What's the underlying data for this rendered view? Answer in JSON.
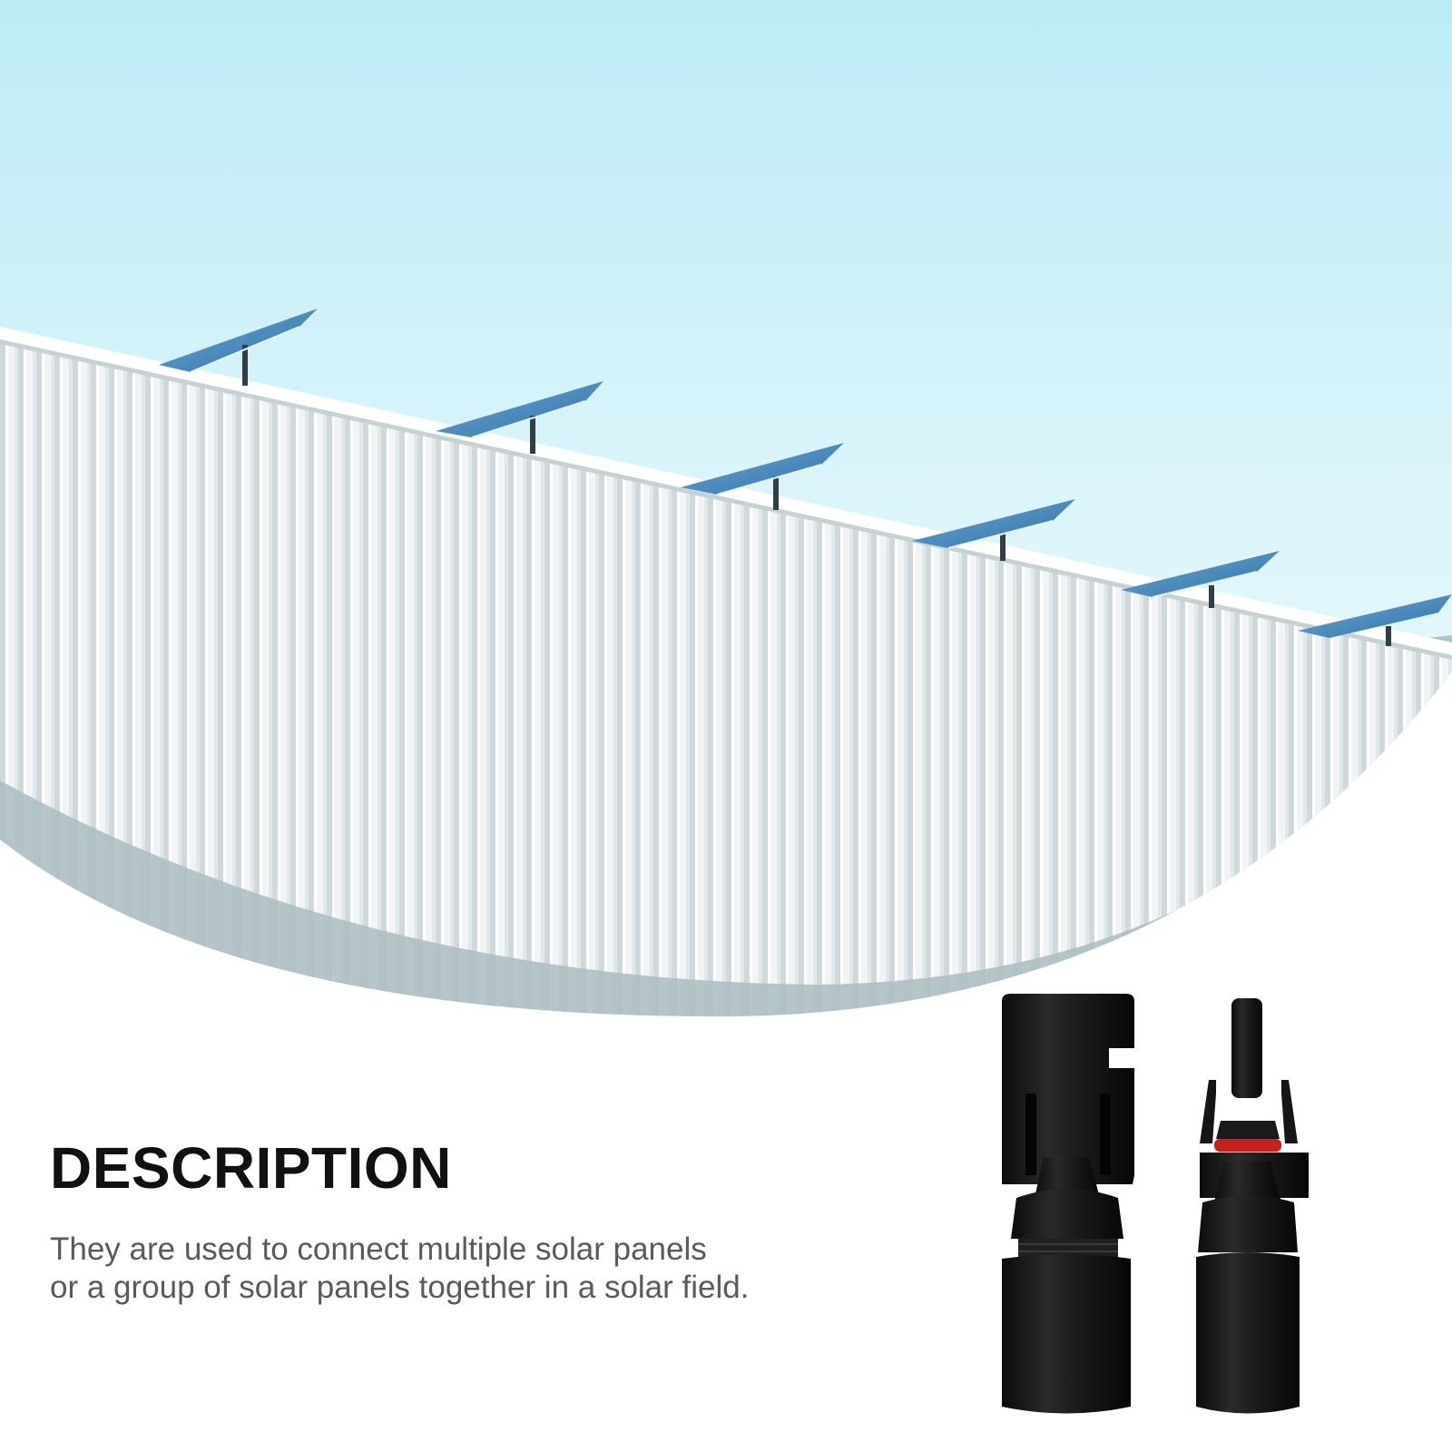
{
  "description": {
    "title": "DESCRIPTION",
    "lines": [
      "They are used to connect multiple solar panels",
      "or a group of solar panels together in a solar field."
    ]
  },
  "colors": {
    "sky_top": "#c0ecf6",
    "sky_bottom": "#f2fcfe",
    "wall": "#e8ecee",
    "wall_shadow": "#aebfc2",
    "panel": "#3b7fb8",
    "connector": "#141414",
    "seal_ring": "#c8201e"
  },
  "images": {
    "hero": "rooftop-solar-panels-photo",
    "product": "solar-connector-pair-photo"
  }
}
